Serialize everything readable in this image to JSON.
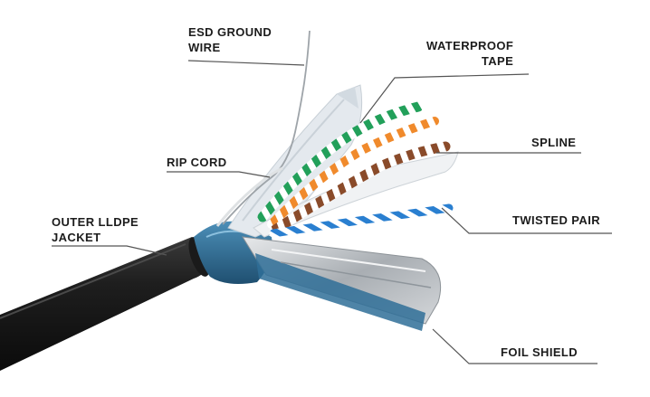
{
  "labels": {
    "esd_ground_wire": "ESD GROUND\nWIRE",
    "waterproof_tape": "WATERPROOF\nTAPE",
    "spline": "SPLINE",
    "rip_cord": "RIP CORD",
    "outer_jacket": "OUTER LLDPE\nJACKET",
    "twisted_pair": "TWISTED PAIR",
    "foil_shield": "FOIL SHIELD"
  },
  "colors": {
    "label_text": "#1c1c1c",
    "leader_line": "#555555",
    "jacket": "#1b1b1b",
    "wrap_blue": "#2f6f98",
    "foil_silver": "#b9bdc1",
    "tape_white": "#e4e9ee",
    "pair_green": "#22a05a",
    "pair_orange": "#f08a2c",
    "pair_brown": "#8a4b2a",
    "pair_blue": "#2a7fd0"
  }
}
